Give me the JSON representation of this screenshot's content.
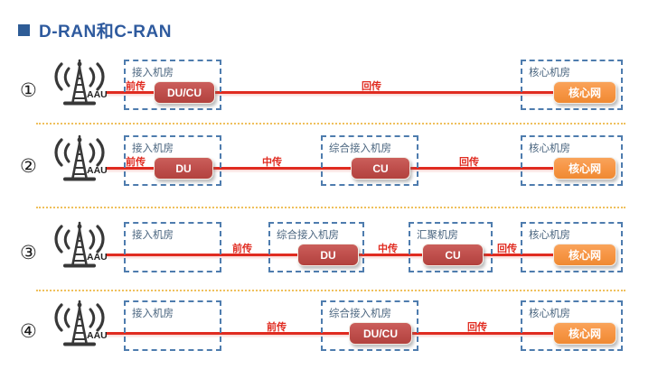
{
  "title": {
    "text": "D-RAN和C-RAN"
  },
  "rows": [
    {
      "number": "①",
      "aau": "AAU",
      "links": {
        "fronthaul": "前传",
        "backhaul": "回传"
      },
      "rooms": [
        {
          "label": "接入机房",
          "node": "DU/CU"
        },
        {
          "label": "核心机房",
          "node": "核心网"
        }
      ]
    },
    {
      "number": "②",
      "aau": "AAU",
      "links": {
        "fronthaul": "前传",
        "midhaul": "中传",
        "backhaul": "回传"
      },
      "rooms": [
        {
          "label": "接入机房",
          "node": "DU"
        },
        {
          "label": "综合接入机房",
          "node": "CU"
        },
        {
          "label": "核心机房",
          "node": "核心网"
        }
      ]
    },
    {
      "number": "③",
      "aau": "AAU",
      "links": {
        "fronthaul": "前传",
        "midhaul": "中传",
        "backhaul": "回传"
      },
      "rooms": [
        {
          "label": "接入机房",
          "node": ""
        },
        {
          "label": "综合接入机房",
          "node": "DU"
        },
        {
          "label": "汇聚机房",
          "node": "CU"
        },
        {
          "label": "核心机房",
          "node": "核心网"
        }
      ]
    },
    {
      "number": "④",
      "aau": "AAU",
      "links": {
        "fronthaul": "前传",
        "backhaul": "回传"
      },
      "rooms": [
        {
          "label": "接入机房",
          "node": ""
        },
        {
          "label": "综合接入机房",
          "node": "DU/CU"
        },
        {
          "label": "核心机房",
          "node": "核心网"
        }
      ]
    }
  ],
  "colors": {
    "title_blue": "#2E5A9E",
    "dashed_border": "#4E7CAE",
    "node_red": "#C0504D",
    "node_orange": "#F79646",
    "line_red": "#E02B20",
    "separator_gold": "#EFC05C"
  }
}
